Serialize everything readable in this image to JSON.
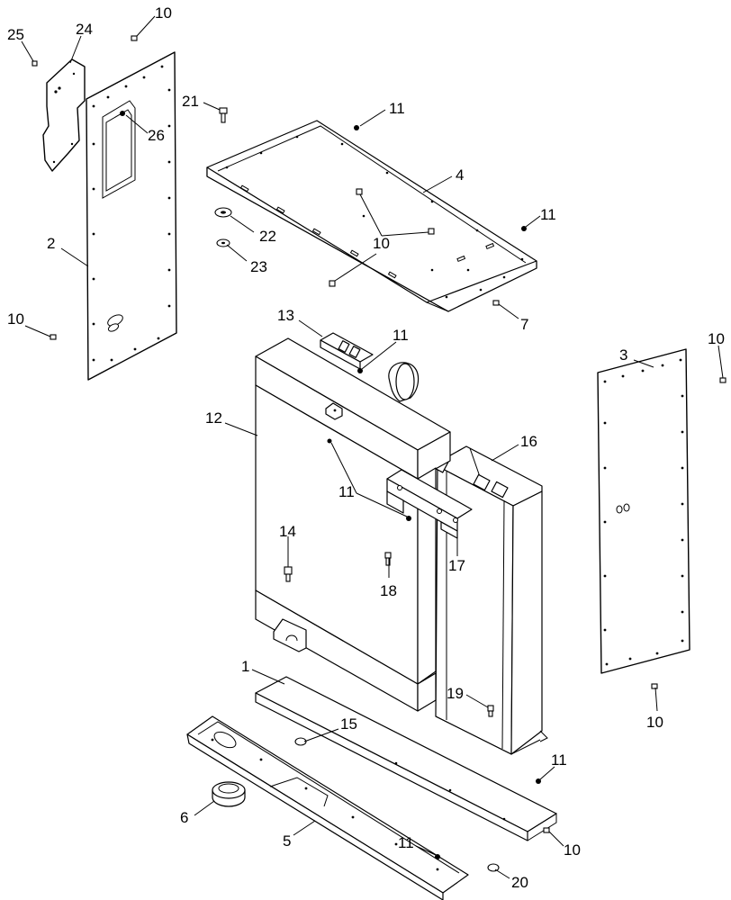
{
  "callouts": [
    {
      "id": "c25",
      "text": "25"
    },
    {
      "id": "c24",
      "text": "24"
    },
    {
      "id": "c10a",
      "text": "10"
    },
    {
      "id": "c21",
      "text": "21"
    },
    {
      "id": "c11a",
      "text": "11"
    },
    {
      "id": "c26",
      "text": "26"
    },
    {
      "id": "c4",
      "text": "4"
    },
    {
      "id": "c11b",
      "text": "11"
    },
    {
      "id": "c22",
      "text": "22"
    },
    {
      "id": "c10b",
      "text": "10"
    },
    {
      "id": "c2",
      "text": "2"
    },
    {
      "id": "c23",
      "text": "23"
    },
    {
      "id": "c7",
      "text": "7"
    },
    {
      "id": "c10c",
      "text": "10"
    },
    {
      "id": "c13",
      "text": "13"
    },
    {
      "id": "c11c",
      "text": "11"
    },
    {
      "id": "c3",
      "text": "3"
    },
    {
      "id": "c10d",
      "text": "10"
    },
    {
      "id": "c12",
      "text": "12"
    },
    {
      "id": "c16",
      "text": "16"
    },
    {
      "id": "c11d",
      "text": "11"
    },
    {
      "id": "c14",
      "text": "14"
    },
    {
      "id": "c17",
      "text": "17"
    },
    {
      "id": "c18",
      "text": "18"
    },
    {
      "id": "c1",
      "text": "1"
    },
    {
      "id": "c19",
      "text": "19"
    },
    {
      "id": "c15",
      "text": "15"
    },
    {
      "id": "c10e",
      "text": "10"
    },
    {
      "id": "c11e",
      "text": "11"
    },
    {
      "id": "c6",
      "text": "6"
    },
    {
      "id": "c10f",
      "text": "10"
    },
    {
      "id": "c5",
      "text": "5"
    },
    {
      "id": "c11f",
      "text": "11"
    },
    {
      "id": "c20",
      "text": "20"
    }
  ]
}
